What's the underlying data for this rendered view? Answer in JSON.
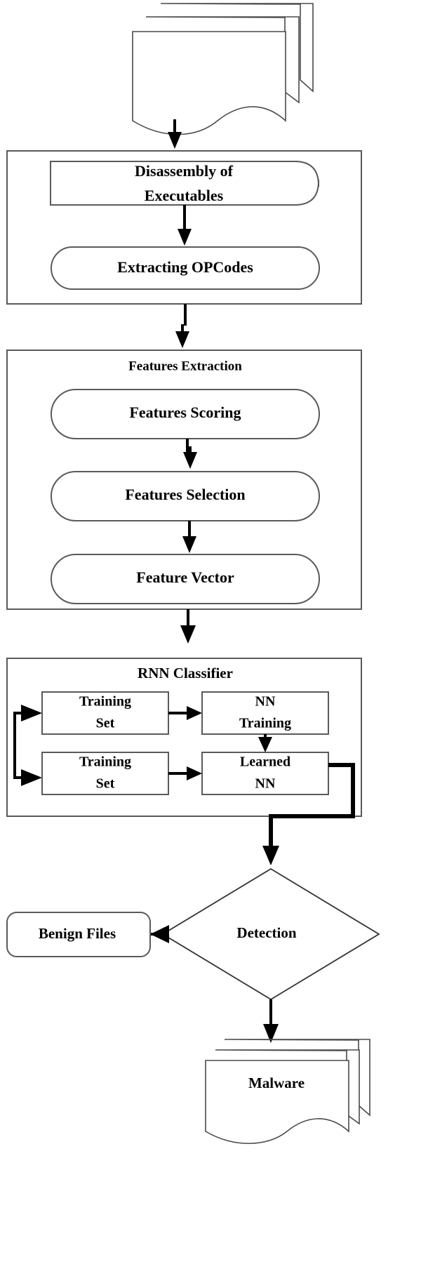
{
  "diagram": {
    "title": "Malware Detection Pipeline Flowchart",
    "colors": {
      "stroke": "#5a5a5a",
      "connector": "#000000",
      "fill": "#ffffff",
      "text": "#000000"
    },
    "input_documents": {
      "label": "",
      "icon": "stacked-documents-icon",
      "count": 3
    },
    "stage_one": {
      "container_label": "",
      "steps": [
        {
          "label_line1": "Disassembly of",
          "label_line2": "Executables",
          "shape": "half-rounded-rect"
        },
        {
          "label_line1": "Extracting OPCodes",
          "label_line2": "",
          "shape": "stadium"
        }
      ]
    },
    "stage_two": {
      "container_label": "Features Extraction",
      "steps": [
        {
          "label_line1": "Features Scoring",
          "label_line2": "",
          "shape": "stadium"
        },
        {
          "label_line1": "Features Selection",
          "label_line2": "",
          "shape": "stadium"
        },
        {
          "label_line1": "Feature Vector",
          "label_line2": "",
          "shape": "stadium"
        }
      ]
    },
    "stage_three": {
      "container_label": "RNN Classifier",
      "steps": [
        {
          "label_line1": "Training",
          "label_line2": "Set",
          "shape": "rect"
        },
        {
          "label_line1": "NN",
          "label_line2": "Training",
          "shape": "rect"
        },
        {
          "label_line1": "Training",
          "label_line2": "Set",
          "shape": "rect"
        },
        {
          "label_line1": "Learned",
          "label_line2": "NN",
          "shape": "rect"
        }
      ]
    },
    "decision": {
      "label": "Detection",
      "shape": "diamond"
    },
    "outcomes": {
      "benign": {
        "label": "Benign Files",
        "shape": "stadium"
      },
      "malware": {
        "label": "Malware",
        "shape": "stacked-documents"
      }
    }
  }
}
